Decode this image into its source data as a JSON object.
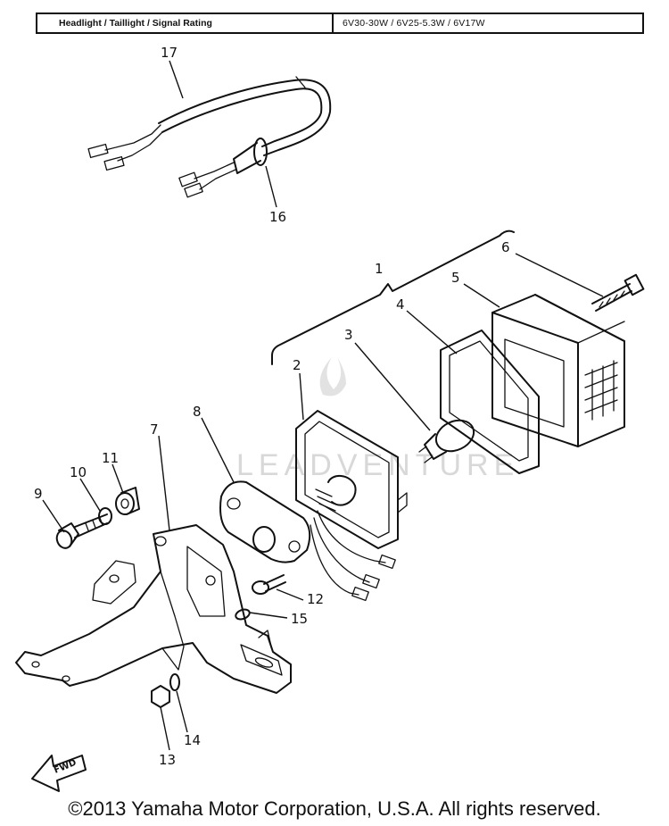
{
  "spec_table": {
    "label": "Headlight / Taillight / Signal Rating",
    "value": "6V30-30W / 6V25-5.3W / 6V17W"
  },
  "callouts": [
    "1",
    "2",
    "3",
    "4",
    "5",
    "6",
    "7",
    "8",
    "9",
    "10",
    "11",
    "12",
    "13",
    "14",
    "15",
    "16",
    "17"
  ],
  "fwd_label": "FWD",
  "watermark": "LEADVENTURE",
  "copyright": "©2013 Yamaha Motor Corporation, U.S.A. All rights reserved."
}
